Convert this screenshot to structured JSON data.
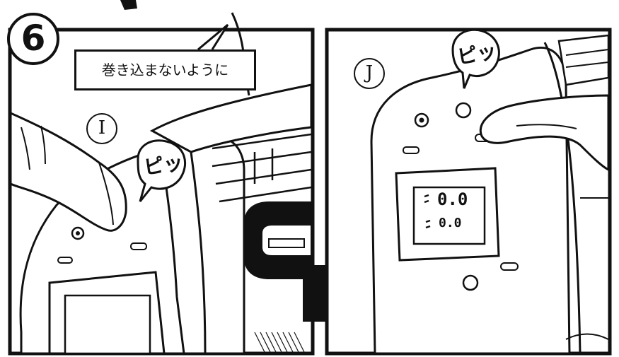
{
  "step_number": "6",
  "caution_callout": "巻き込まないように",
  "panel_left": {
    "marker": "I",
    "sound": "ピッ"
  },
  "panel_right": {
    "marker": "J",
    "sound": "ピッ",
    "display_top": "0.0",
    "display_bottom": "0.0"
  }
}
